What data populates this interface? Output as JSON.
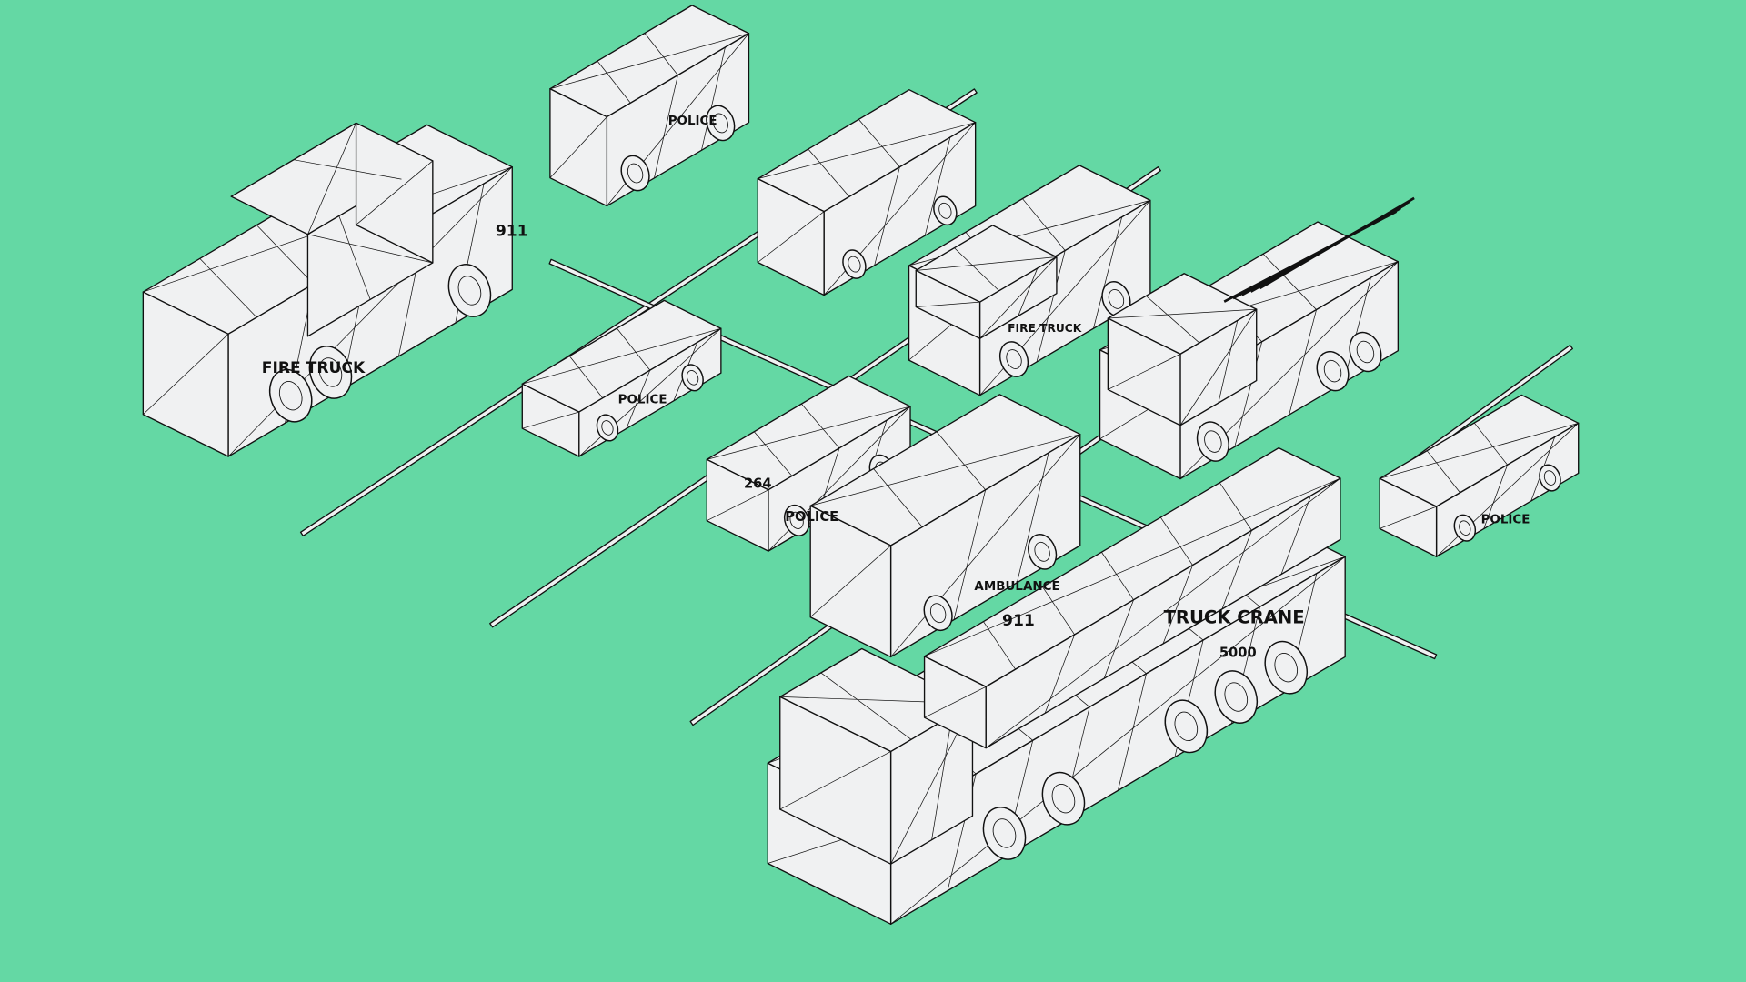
{
  "scene": {
    "background": "#64D8A4",
    "vehicle_fill": "#F0F1F2",
    "line_color": "#111111",
    "style": "wireframe isometric render"
  },
  "vehicles": [
    {
      "type": "fire-truck",
      "labels": [
        "FIRE TRUCK",
        "911"
      ]
    },
    {
      "type": "armored-police-truck",
      "labels": [
        "POLICE"
      ]
    },
    {
      "type": "ambulance-van",
      "labels": []
    },
    {
      "type": "utility-fire-truck",
      "labels": [
        "FIRE TRUCK"
      ]
    },
    {
      "type": "tow-truck",
      "labels": []
    },
    {
      "type": "police-car",
      "labels": [
        "POLICE"
      ]
    },
    {
      "type": "police-suv",
      "labels": [
        "264",
        "POLICE"
      ]
    },
    {
      "type": "ambulance",
      "labels": [
        "AMBULANCE",
        "911"
      ]
    },
    {
      "type": "police-car-right",
      "labels": [
        "POLICE"
      ]
    },
    {
      "type": "truck-crane",
      "labels": [
        "TRUCK CRANE",
        "5000"
      ]
    }
  ]
}
